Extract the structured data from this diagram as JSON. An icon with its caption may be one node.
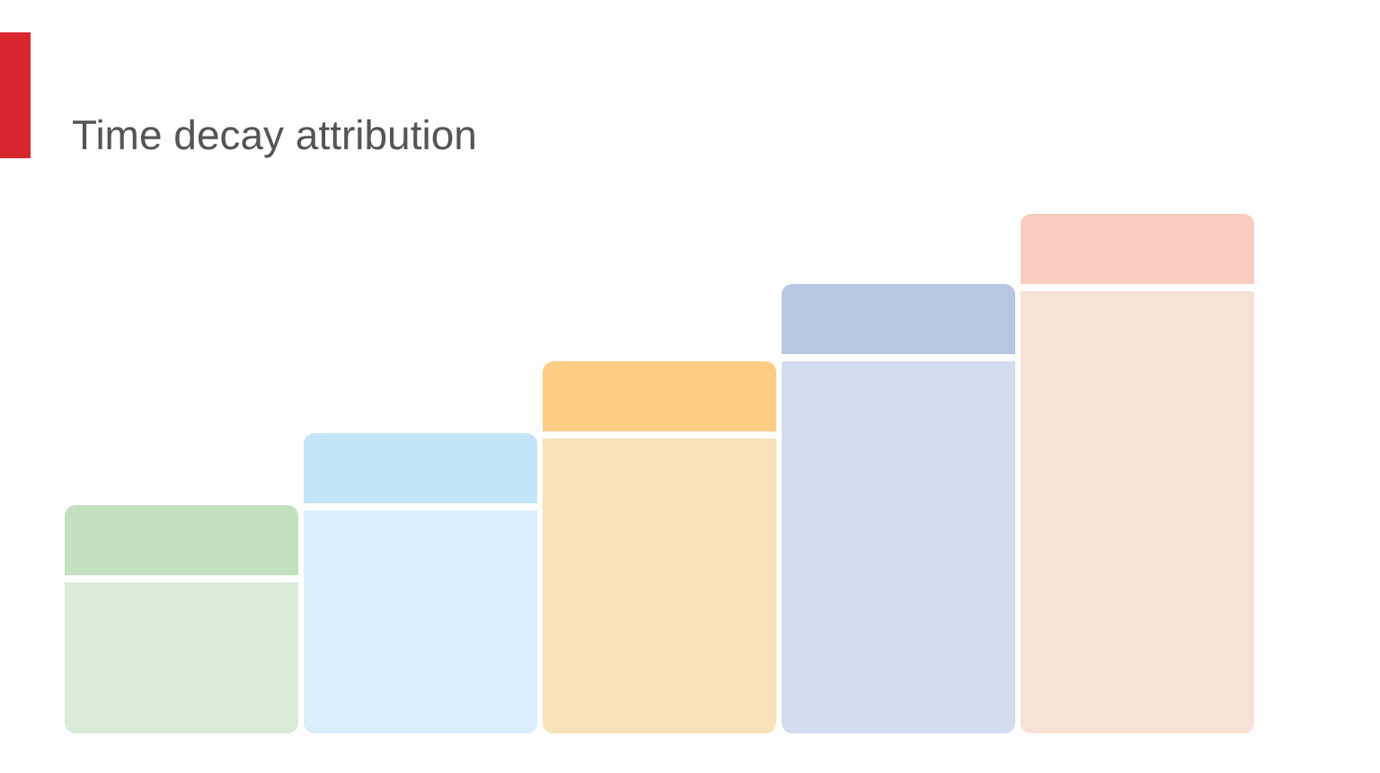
{
  "diagram": {
    "title": "Time decay attribution",
    "nodes": [
      {
        "text": [],
        "shape": "box"
      },
      {
        "text": [],
        "shape": "box"
      },
      {
        "text": [],
        "shape": "box"
      },
      {
        "text": [],
        "shape": "box"
      },
      {
        "text": [],
        "shape": "box"
      },
      {
        "text": [],
        "shape": "box"
      },
      {
        "text": [],
        "shape": "box"
      },
      {
        "text": [],
        "shape": "box"
      },
      {
        "text": [],
        "shape": "box"
      },
      {
        "text": [],
        "shape": "box"
      }
    ]
  }
}
